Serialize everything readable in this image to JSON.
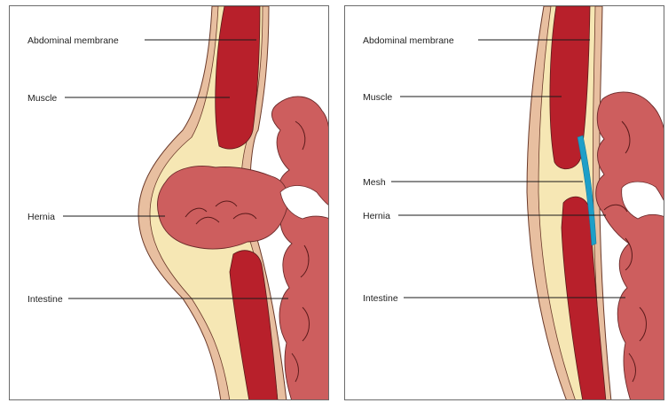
{
  "left_panel": {
    "labels": {
      "abdominal_membrane": "Abdominal membrane",
      "muscle": "Muscle",
      "hernia": "Hernia",
      "intestine": "Intestine"
    }
  },
  "right_panel": {
    "labels": {
      "abdominal_membrane": "Abdominal membrane",
      "muscle": "Muscle",
      "mesh": "Mesh",
      "hernia": "Hernia",
      "intestine": "Intestine"
    }
  },
  "colors": {
    "skin": "#E8BFA0",
    "fat": "#F6E7B4",
    "muscle": "#B8202B",
    "intestine": "#CD5E5E",
    "intestine_line": "#5a1a1a",
    "mesh": "#1E9FC8",
    "outline": "#6b3a2a"
  }
}
